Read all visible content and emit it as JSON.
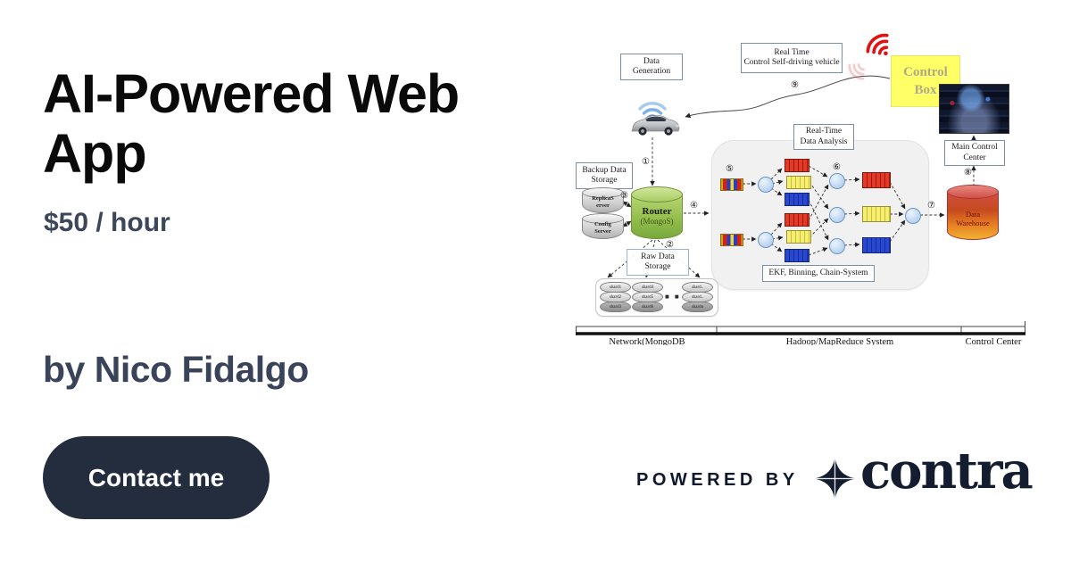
{
  "card": {
    "title_lines": [
      "AI-Powered Web",
      "App"
    ],
    "rate": "$50 / hour",
    "byline": "by Nico Fidalgo",
    "contact_label": "Contact me",
    "powered_by": "POWERED BY",
    "brand": "contra"
  },
  "colors": {
    "button_bg": "#242d3d",
    "slate_text": "#3c4759",
    "brand_navy": "#141d2f",
    "control_box_yellow": "#ffff66",
    "router_green": "#94bf4e",
    "warehouse_orange": "#e67e22"
  },
  "diagram": {
    "boxes": {
      "data_generation": [
        "Data",
        "Generation"
      ],
      "realtime_control": [
        "Real Time",
        "Control Self-driving vehicle"
      ],
      "control_box": [
        "Control",
        "Box"
      ],
      "main_control_center": [
        "Main Control",
        "Center"
      ],
      "realtime_analysis": [
        "Real-Time",
        "Data Analysis"
      ],
      "backup_storage": [
        "Backup Data",
        "Storage"
      ],
      "raw_storage": [
        "Raw Data",
        "Storage"
      ],
      "ekf": "EKF, Binning, Chain-System"
    },
    "cylinders": {
      "replica": [
        "ReplicaS",
        "erver"
      ],
      "config": [
        "Config",
        "Server"
      ],
      "router": [
        "Router",
        "(MongoS)"
      ],
      "warehouse": [
        "Data",
        "Warehouse"
      ]
    },
    "shards": {
      "stack1": [
        "shard1",
        "shard2",
        "shard3"
      ],
      "stack2": [
        "shard4",
        "shard5",
        "shard6"
      ],
      "stack3": [
        "shard..",
        "shard..",
        "shardn"
      ],
      "dots": "■ ■ ■"
    },
    "steps": [
      "①",
      "②",
      "③",
      "④",
      "⑤",
      "⑥",
      "⑦",
      "⑧",
      "⑨"
    ],
    "footer": [
      "Network(MongoDB",
      "Hadoop/MapReduce System",
      "Control Center"
    ]
  }
}
